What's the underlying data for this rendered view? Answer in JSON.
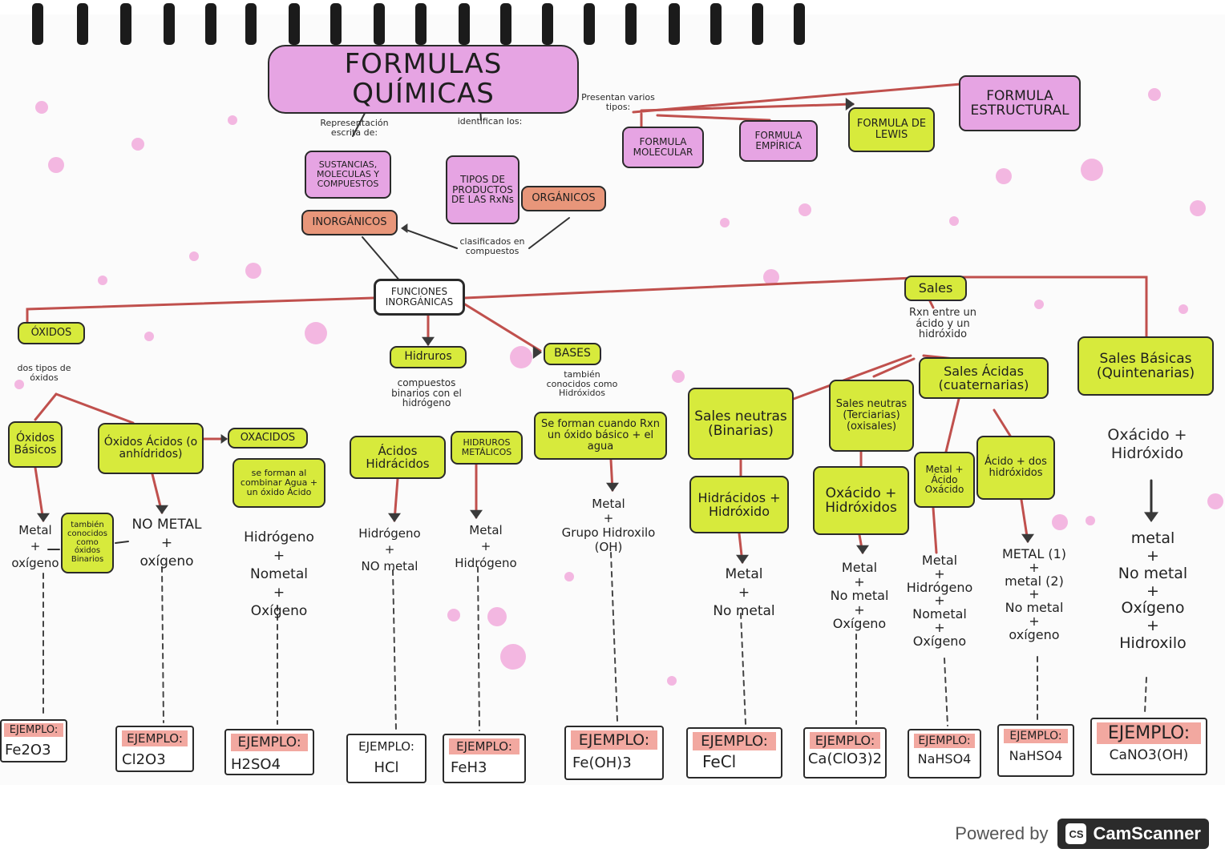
{
  "title": "FORMULAS QUÍMICAS",
  "colors": {
    "lime": "#d7ea3c",
    "pink": "#e6a4e3",
    "salmon": "#e8967a",
    "line": "#c0504d",
    "dot": "#f0a0d8"
  },
  "notes": {
    "representacion": "Representación escrita de:",
    "identifican": "identifican los:",
    "presentan": "Presentan varios tipos:",
    "clasificados": "clasificados en compuestos",
    "tipos_oxidos": "dos tipos de óxidos",
    "hidruros_desc": "compuestos binarios con el hidrógeno",
    "bases_desc": "también conocidos como Hidróxidos",
    "sales_desc": "Rxn entre un ácido y un hidróxido"
  },
  "nodes": {
    "sustancias": "SUSTANCIAS, MOLECULAS Y COMPUESTOS",
    "tipos_productos": "TIPOS DE PRODUCTOS DE LAS RxNs",
    "inorganicos": "INORGÁNICOS",
    "organicos": "ORGÁNICOS",
    "formula_molecular": "FORMULA MOLECULAR",
    "formula_empirica": "FORMULA EMPÍRICA",
    "formula_lewis": "FORMULA DE LEWIS",
    "formula_estructural": "FORMULA ESTRUCTURAL",
    "funciones": "FUNCIONES INORGÁNICAS",
    "oxidos": "ÓXIDOS",
    "oxidos_basicos": "Óxidos Básicos",
    "oxidos_acidos": "Óxidos Ácidos (o anhídridos)",
    "oxacidos": "OXACIDOS",
    "oxacidos_desc": "se forman al combinar Agua + un óxido Ácido",
    "tambien": "también conocidos como óxidos Binarios",
    "hidruros": "Hidruros",
    "acidos_hidracidos": "Ácidos Hidrácidos",
    "hidruros_metalicos": "HIDRUROS METÁLICOS",
    "bases": "BASES",
    "bases_desc": "Se forman cuando Rxn un óxido básico + el agua",
    "sales": "Sales",
    "sales_neutras_bin": "Sales neutras (Binarias)",
    "sales_neutras_ter": "Sales neutras (Terciarias) (oxisales)",
    "sales_acidas": "Sales Ácidas (cuaternarias)",
    "sales_basicas": "Sales Básicas (Quintenarias)",
    "hidracidos_hidroxido": "Hidrácidos + Hidróxido",
    "oxacido_hidroxidos": "Oxácido + Hidróxidos",
    "metal_acido": "Metal + Ácido Oxácido",
    "acido_dos": "Ácido + dos hidróxidos",
    "oxacido_hidroxido_bas": "Oxácido + Hidróxido"
  },
  "formulas": {
    "ob": "Metal\n+\noxígeno",
    "oa": "NO METAL\n+\noxígeno",
    "ox": "Hidrógeno\n+\nNometal\n+\nOxígeno",
    "ah": "Hidrógeno\n+\nNO metal",
    "hm": "Metal\n+\nHidrógeno",
    "ba": "Metal\n+\nGrupo Hidroxilo\n(OH)",
    "snb": "Metal\n+\nNo metal",
    "snt": "Metal\n+\nNo metal\n+\nOxígeno",
    "sa1": "Metal\n+\nHidrógeno\n+\nNometal\n+\nOxígeno",
    "sa2": "METAL (1)\n+\nmetal (2)\n+\nNo metal\n+\noxígeno",
    "sb": "metal\n+\nNo metal\n+\nOxígeno\n+\nHidroxilo"
  },
  "examples": {
    "label": "EJEMPLO:",
    "items": [
      "Fe2O3",
      "Cl2O3",
      "H2SO4",
      "HCl",
      "FeH3",
      "Fe(OH)3",
      "FeCl",
      "Ca(ClO3)2",
      "NaHSO4",
      "NaHSO4",
      "CaNO3(OH)"
    ]
  },
  "footer": {
    "powered": "Powered by",
    "badge": "CS",
    "brand": "CamScanner"
  }
}
